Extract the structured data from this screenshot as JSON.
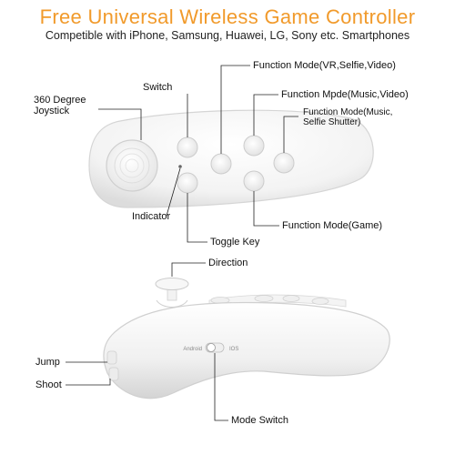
{
  "header": {
    "title": "Free Universal Wireless Game Controller",
    "subtitle": "Competible with iPhone, Samsung, Huawei, LG, Sony etc. Smartphones"
  },
  "top_view": {
    "labels": {
      "joystick_line1": "360 Degree",
      "joystick_line2": "Joystick",
      "switch": "Switch",
      "indicator": "Indicator",
      "toggle_key": "Toggle Key",
      "function_mode_vr": "Function Mode(VR,Selfie,Video)",
      "function_mode_music_video": "Function Mpde(Music,Video)",
      "function_mode_music_selfie_line1": "Function Mode(Music,",
      "function_mode_music_selfie_line2": "Selfie Shutter)",
      "function_mode_game": "Function Mode(Game)"
    }
  },
  "side_view": {
    "labels": {
      "direction": "Direction",
      "jump": "Jump",
      "shoot": "Shoot",
      "mode_switch": "Mode Switch"
    },
    "switch_left": "Android",
    "switch_right": "IOS"
  },
  "colors": {
    "title": "#f19a2b",
    "body": "#f4f4f4",
    "outline": "#cfcfcf",
    "leader_line": "#222222"
  }
}
